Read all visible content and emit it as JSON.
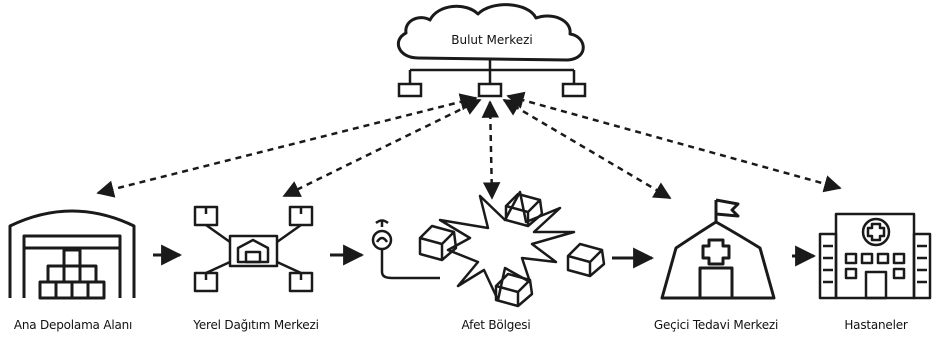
{
  "cloud": {
    "label": "Bulut Merkezi"
  },
  "nodes": [
    {
      "id": "warehouse",
      "label": "Ana Depolama Alanı"
    },
    {
      "id": "distribution",
      "label": "Yerel Dağıtım Merkezi"
    },
    {
      "id": "disaster",
      "label": "Afet Bölgesi"
    },
    {
      "id": "field-hospital",
      "label": "Geçici Tedavi Merkezi"
    },
    {
      "id": "hospitals",
      "label": "Hastaneler"
    }
  ],
  "colors": {
    "stroke": "#1a1a1a",
    "background": "#ffffff"
  }
}
